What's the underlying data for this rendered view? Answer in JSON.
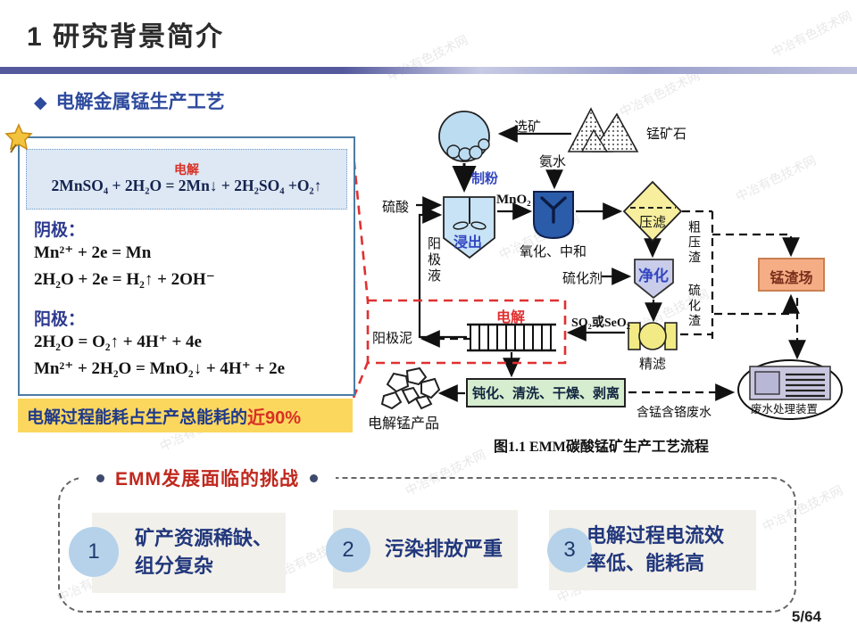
{
  "watermark": "中冶有色技术网",
  "slide": {
    "title": "1 研究背景简介",
    "page": "5/64"
  },
  "section": {
    "bullet": "◆",
    "title": "电解金属锰生产工艺"
  },
  "equation_panel": {
    "reaction_label": "电解",
    "overall_reaction": "2MnSO₄ + 2H₂O = 2Mn↓ + 2H₂SO₄ +O₂↑",
    "cathode_label": "阴极：",
    "cathode_reactions": [
      "Mn²⁺ + 2e = Mn",
      "2H₂O + 2e = H₂↑ + 2OH⁻"
    ],
    "anode_label": "阳极：",
    "anode_reactions": [
      "2H₂O = O₂↑ + 4H⁺ + 4e",
      "Mn²⁺ + 2H₂O = MnO₂↓ + 4H⁺ + 2e"
    ],
    "energy_note": {
      "text": "电解过程能耗占生产总能耗的",
      "highlight": "近90%"
    }
  },
  "flow_diagram": {
    "caption": "图1.1 EMM碳酸锰矿生产工艺流程",
    "nodes": {
      "ore": "锰矿石",
      "beneficiation": "选矿",
      "milling": "制粉",
      "ammonia": "氨水",
      "sulfuric_acid": "硫酸",
      "mno2": "MnO₂",
      "leaching": "浸出",
      "oxidation": "氧化、中和",
      "press_filter": "压滤",
      "coarse_residue": "粗压渣",
      "anolyte": "阳极液",
      "sulfiding_agent": "硫化剂",
      "purification": "净化",
      "sulfide_residue": "硫化渣",
      "slag_yard": "锰渣场",
      "electrolysis": "电解",
      "so2": "SO₂或SeO₂",
      "anode_mud": "阳极泥",
      "fine_filter": "精滤",
      "post_treatment": "钝化、清洗、干燥、剥离",
      "emm_product": "电解锰产品",
      "wastewater": "含锰含铬废水",
      "wastewater_plant": "废水处理装置"
    }
  },
  "challenges": {
    "title": "EMM发展面临的挑战",
    "items": [
      {
        "num": "1",
        "text": "矿产资源稀缺、\n组分复杂"
      },
      {
        "num": "2",
        "text": "污染排放严重"
      },
      {
        "num": "3",
        "text": "电解过程电流效\n率低、能耗高"
      }
    ]
  },
  "colors": {
    "accent_blue": "#2e4a9e",
    "highlight_red": "#d93025",
    "note_bg": "#fcd75e",
    "slag_orange": "#f5ad85",
    "diamond_yellow": "#f7ef9e",
    "green_box": "#d6edcf"
  }
}
